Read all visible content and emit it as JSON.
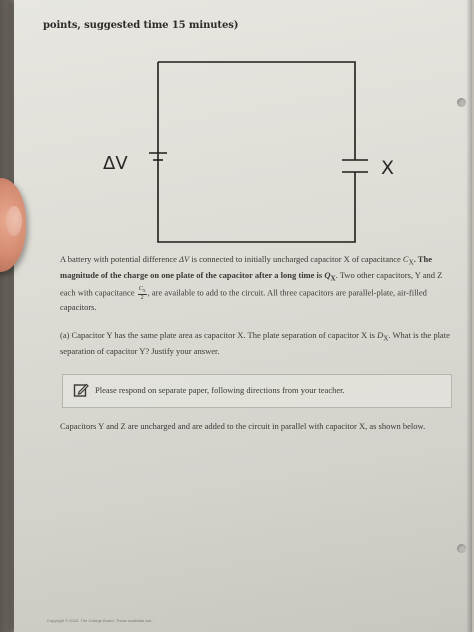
{
  "header": {
    "text": "points, suggested time 15 minutes)"
  },
  "circuit": {
    "battery_label": "ΔV",
    "capacitor_label": "X"
  },
  "paragraph1": {
    "s1": "A battery with potential difference ",
    "dv": "ΔV",
    "s2": " is connected to initially uncharged capacitor X of capacitance ",
    "cx": "C",
    "cx_sub": "X",
    "s3": ". The magnitude of the charge on one plate of the capacitor after a long time is ",
    "qx": "Q",
    "qx_sub": "X",
    "s4": ". Two other capacitors, Y and Z each with capacitance ",
    "frac_num": "C",
    "frac_num_sub": "X",
    "frac_den": "2",
    "s5": ", are available to add to the circuit. All three capacitors are parallel-plate, air-filled capacitors."
  },
  "paragraph2": {
    "s1": "(a) Capacitor Y has the same plate area as capacitor X. The plate separation of capacitor X is ",
    "dx": "D",
    "dx_sub": "X",
    "s2": ". What is the plate separation of capacitor Y? Justify your answer."
  },
  "respond_box": {
    "icon": "pencil-note-icon",
    "text": "Please respond on separate paper, following directions from your teacher."
  },
  "paragraph3": {
    "text": "Capacitors Y and Z are uncharged and are added to the circuit in parallel with capacitor X, as shown below."
  },
  "footer": {
    "text": "Copyright © 2015. The College Board. These materials are..."
  },
  "colors": {
    "ink": "#2c2b29",
    "paper": "#e0ded7"
  }
}
